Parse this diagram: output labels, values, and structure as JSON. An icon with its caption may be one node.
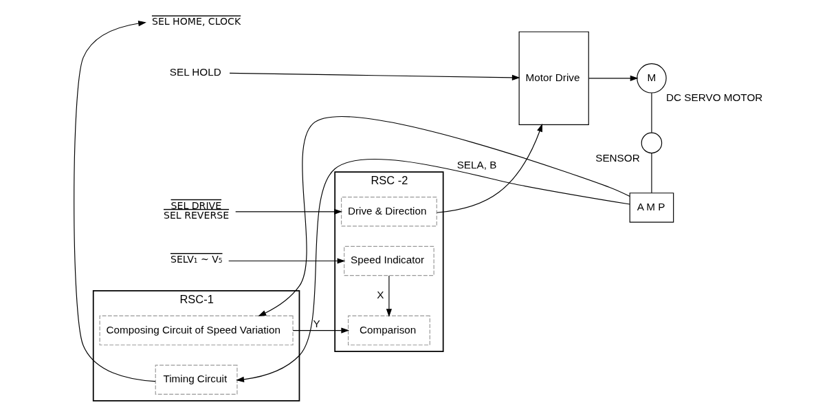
{
  "diagram": {
    "nodes": [
      {
        "text": [
          "RSC -2"
        ]
      },
      {
        "text": [
          "Speed Indicator"
        ],
        "in": 0
      },
      {
        "text": [
          "Comparison"
        ],
        "in": 0
      },
      {
        "text": [
          "Drive & Direction"
        ],
        "in": 0
      },
      {
        "text": [
          "RSC-1"
        ]
      },
      {
        "text": [
          "Composing Circuit of Speed Variation"
        ],
        "in": 4
      },
      {
        "text": [
          "Timing Circuit"
        ],
        "in": 4
      },
      {
        "text": [
          "Motor Drive"
        ]
      },
      {
        "text": [
          "M"
        ],
        "beside": [
          "DC SERVO MOTOR"
        ]
      },
      {
        "text": [],
        "shape": "circle",
        "beside": [
          "SENSOR"
        ]
      },
      {
        "text": [
          "A M P"
        ]
      },
      {
        "text": [
          "SELV₁ ~ V₅"
        ]
      },
      {
        "text": [
          "SEL HOLD"
        ]
      },
      {
        "text": [
          "SEL DRIVE",
          "SEL REVERSE"
        ]
      },
      {
        "text": [
          "SEL HOME, CLOCK"
        ]
      }
    ],
    "edges": [
      {
        "from": 11,
        "to": 1,
        "arrow": "to"
      },
      {
        "from": 1,
        "to": 2,
        "arrow": "to",
        "label": "X"
      },
      {
        "from": 5,
        "to": 2,
        "arrow": "to",
        "label": "Y"
      },
      {
        "from": 13,
        "to": 3,
        "arrow": "to"
      },
      {
        "from": 3,
        "to": 7,
        "arrow": "to"
      },
      {
        "from": 12,
        "to": 7,
        "arrow": "to"
      },
      {
        "from": 7,
        "to": 8,
        "arrow": "to"
      },
      {
        "from": 8,
        "to": 9,
        "arrow": "none"
      },
      {
        "from": 9,
        "to": 10,
        "arrow": "none"
      },
      {
        "from": 10,
        "to": 6,
        "arrow": "to",
        "label": "SELA, B"
      },
      {
        "from": 10,
        "to": 5,
        "arrow": "to"
      },
      {
        "from": 6,
        "to": 14,
        "arrow": "to"
      }
    ]
  }
}
